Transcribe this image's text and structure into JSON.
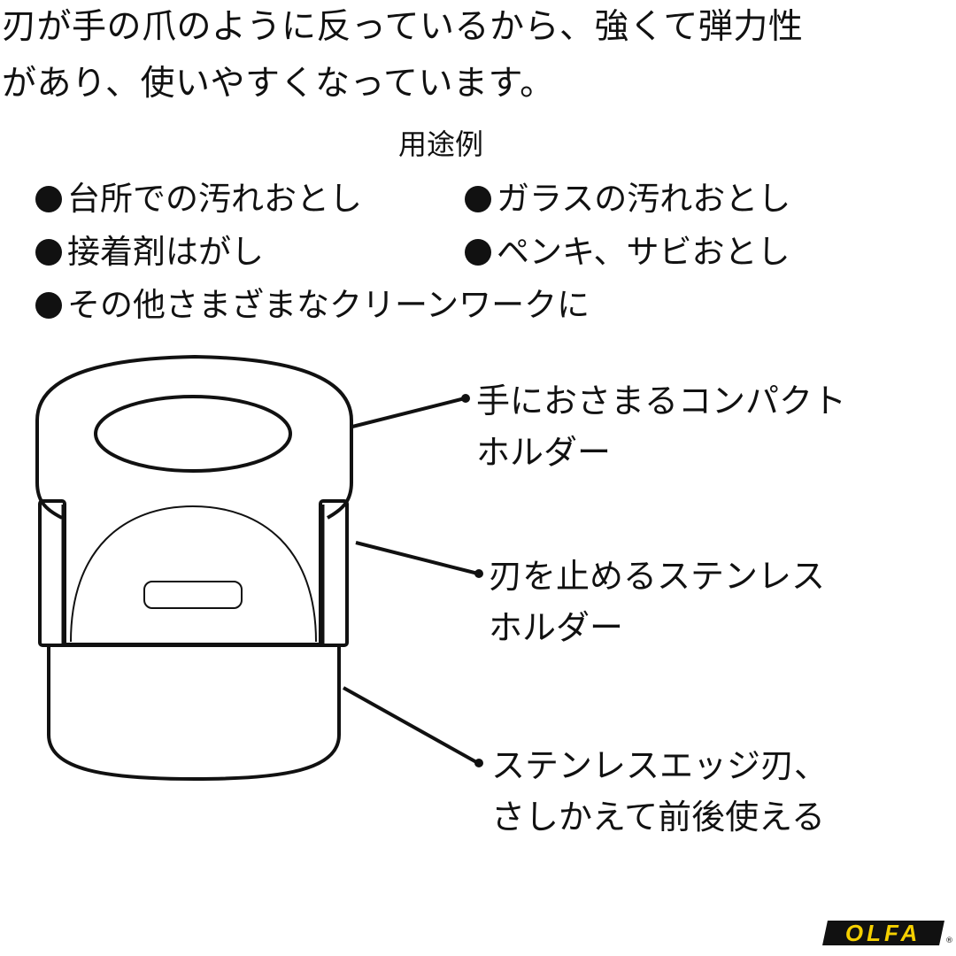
{
  "intro": {
    "line1": "刃が手の爪のように反っているから、強くて弾力性",
    "line2": "があり、使いやすくなっています。"
  },
  "uses": {
    "heading": "用途例",
    "items": [
      "台所での汚れおとし",
      "ガラスの汚れおとし",
      "接着剤はがし",
      "ペンキ、サビおとし",
      "その他さまざまなクリーンワークに"
    ]
  },
  "callouts": [
    {
      "line1": "手におさまるコンパクト",
      "line2": "ホルダー"
    },
    {
      "line1": "刃を止めるステンレス",
      "line2": "ホルダー"
    },
    {
      "line1": "ステンレスエッジ刃、",
      "line2": "さしかえて前後使える"
    }
  ],
  "logo": {
    "text": "OLFA",
    "mark": "®",
    "colors": {
      "bg": "#111111",
      "fg": "#f5d000"
    }
  }
}
